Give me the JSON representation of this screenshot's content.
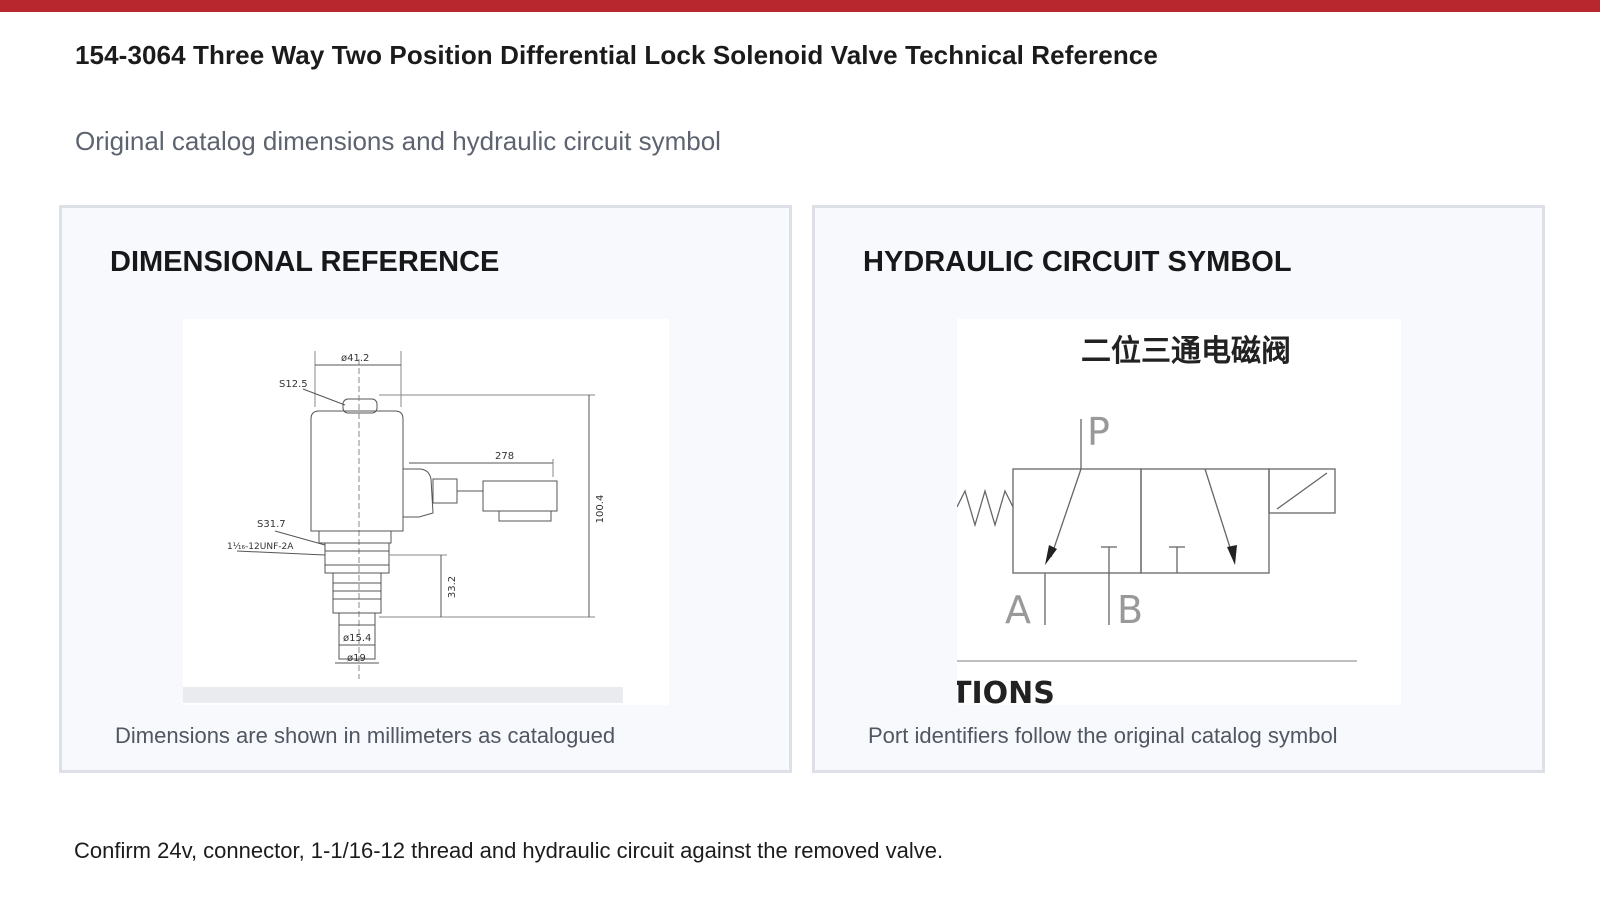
{
  "header": {
    "title": "154-3064 Three Way Two Position Differential Lock Solenoid Valve Technical Reference",
    "subtitle": "Original catalog dimensions and hydraulic circuit symbol"
  },
  "panels": {
    "dimensional": {
      "heading": "DIMENSIONAL REFERENCE",
      "caption": "Dimensions are shown in millimeters as catalogued",
      "labels": {
        "d_top": "ø41.2",
        "hex_top": "S12.5",
        "len_connector": "278",
        "hex_mid": "S31.7",
        "thread": "1⅟₁₆-12UNF-2A",
        "total_height": "100.4",
        "lower_height": "33.2",
        "d_15": "ø15.4",
        "d_19": "ø19"
      }
    },
    "hydraulic": {
      "heading": "HYDRAULIC CIRCUIT SYMBOL",
      "caption": "Port identifiers follow the original catalog symbol",
      "chinese_title": "二位三通电磁阀",
      "ports": {
        "p": "P",
        "a": "A",
        "b": "B"
      },
      "cropped_text": "TIONS"
    }
  },
  "footer": {
    "note": "Confirm 24v, connector, 1-1/16-12 thread and hydraulic circuit against the removed valve."
  },
  "colors": {
    "accent_bar": "#b8272d",
    "panel_bg": "#f7f9fc",
    "panel_border": "#dde1e7"
  }
}
